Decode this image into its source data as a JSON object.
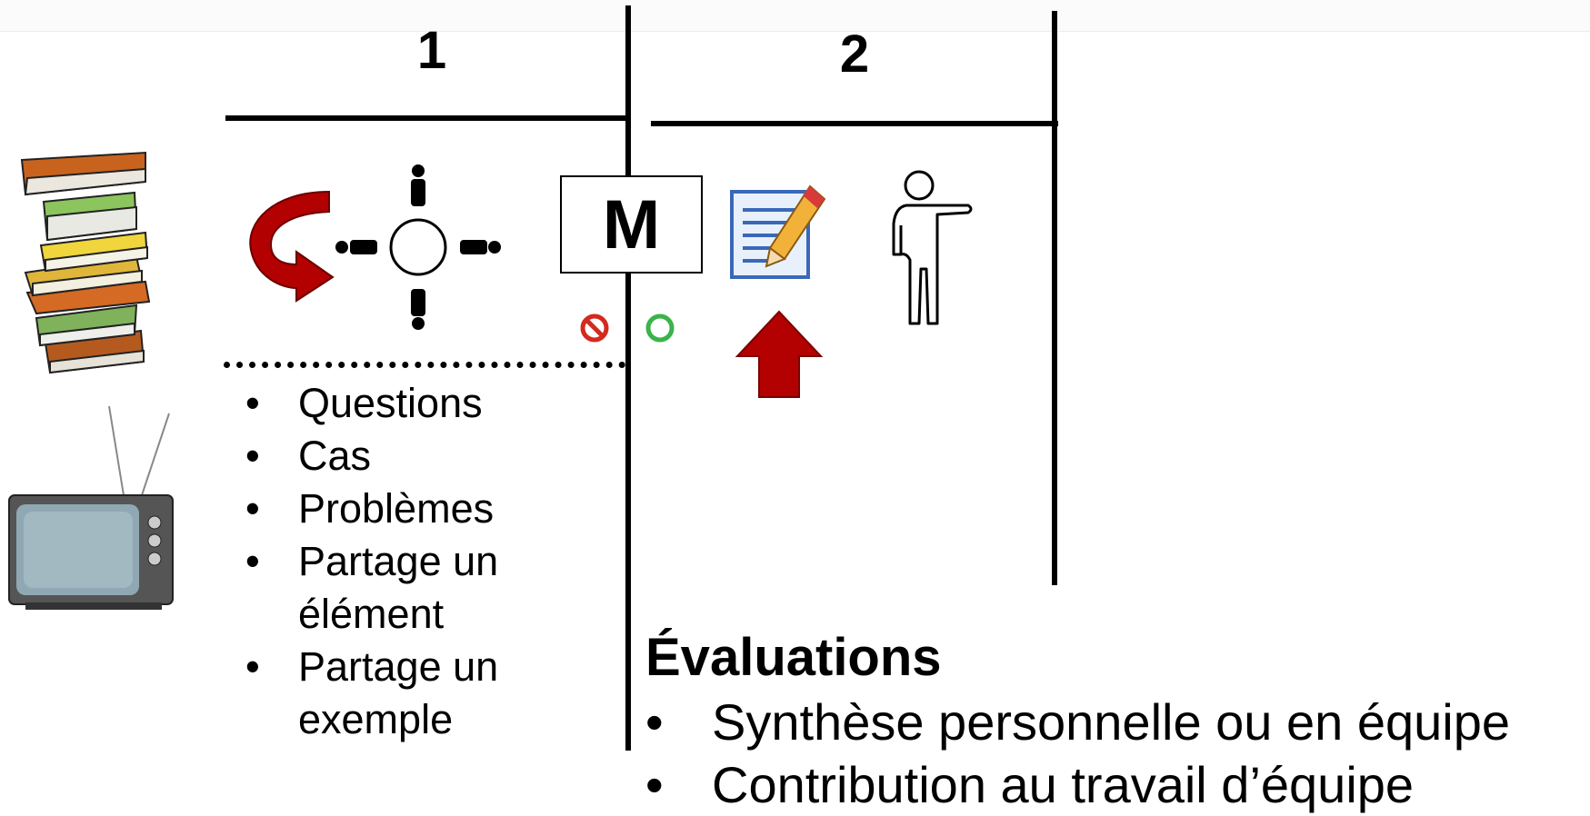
{
  "columns": {
    "one": "1",
    "two": "2"
  },
  "m_box": "M",
  "list1": [
    "Questions",
    "Cas",
    "Problèmes",
    "Partage un élément",
    "Partage un exemple"
  ],
  "evaluations": {
    "title": "Évaluations",
    "items": [
      "Synthèse personnelle ou en équipe",
      "Contribution au travail d’équipe"
    ]
  },
  "icons": [
    "books-stack-icon",
    "tv-icon",
    "rotate-arrow-icon",
    "team-table-icon",
    "no-entry-icon",
    "green-circle-icon",
    "edit-document-icon",
    "up-arrow-icon",
    "pointing-person-icon"
  ],
  "colors": {
    "arrow_red": "#b30000",
    "no_entry_red": "#d42a1e",
    "circle_green": "#3bb34a",
    "doc_blue": "#3a68b8"
  }
}
